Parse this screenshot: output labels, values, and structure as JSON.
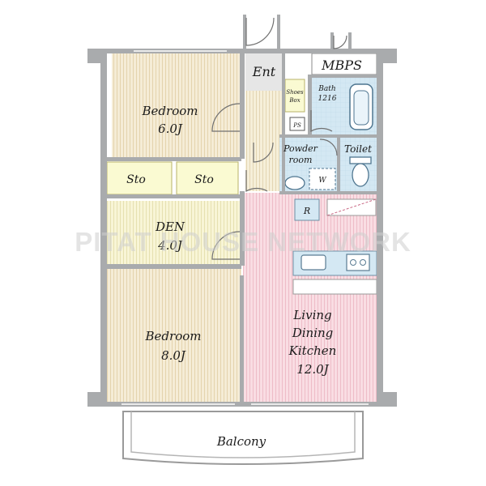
{
  "rooms": {
    "bedroom_top": {
      "name": "Bedroom",
      "size": "6.0J"
    },
    "sto_left": {
      "name": "Sto"
    },
    "sto_right": {
      "name": "Sto"
    },
    "den": {
      "name": "DEN",
      "size": "4.0J"
    },
    "bedroom_bottom": {
      "name": "Bedroom",
      "size": "8.0J"
    },
    "entrance": {
      "name": "Ent"
    },
    "mbps": {
      "name": "MBPS"
    },
    "shoes_box": {
      "line1": "Shoes",
      "line2": "Box"
    },
    "ps": {
      "name": "PS"
    },
    "bath": {
      "line1": "Bath",
      "line2": "1216"
    },
    "powder_room": {
      "line1": "Powder",
      "line2": "room"
    },
    "toilet": {
      "name": "Toilet"
    },
    "washer": {
      "name": "W"
    },
    "refrigerator": {
      "name": "R"
    },
    "ldk": {
      "line1": "Living",
      "line2": "Dining",
      "line3": "Kitchen",
      "size": "12.0J"
    },
    "balcony": {
      "name": "Balcony"
    }
  },
  "watermark": "PITAT HOUSE NETWORK",
  "colors": {
    "wall": "#a9abad",
    "bedroom_floor": "#f5ecd6",
    "den_floor": "#f8f5d6",
    "storage_floor": "#fafad2",
    "entrance_floor": "#e6e6e6",
    "corridor_floor": "#f6efd9",
    "wet_area": "#d4e8f3",
    "ldk_floor": "#f9dde3",
    "balcony": "#ffffff"
  }
}
